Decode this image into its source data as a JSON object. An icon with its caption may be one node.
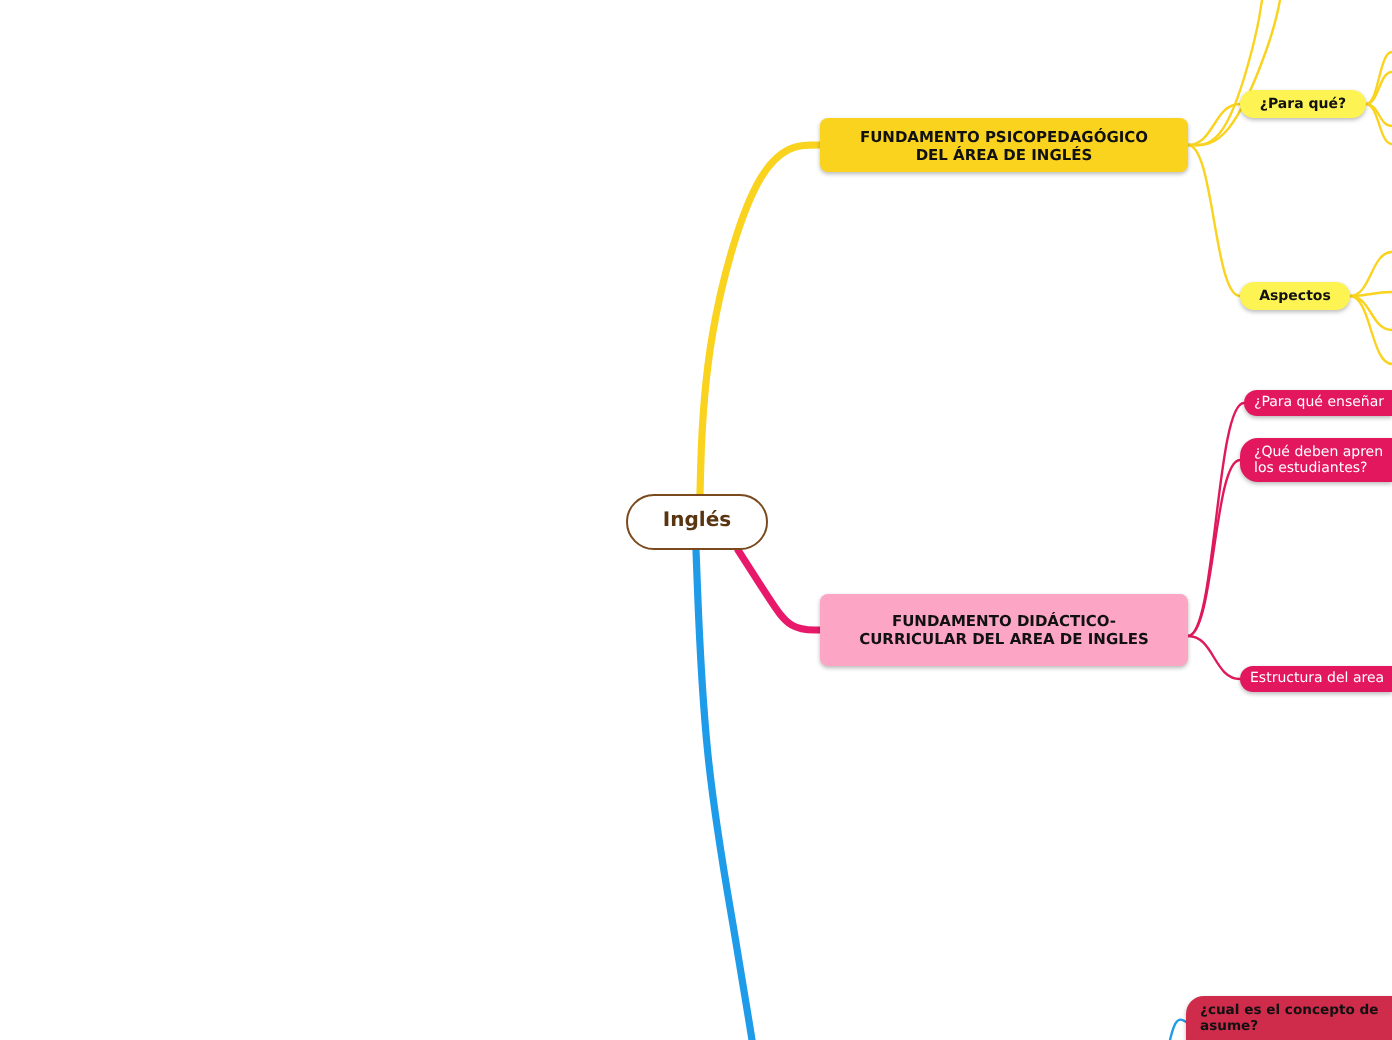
{
  "diagram": {
    "nodes": [
      {
        "text": [
          "Inglés"
        ]
      },
      {
        "text": [
          "FUNDAMENTO PSICOPEDAGÓGICO DEL ÁREA DE INGLÉS"
        ]
      },
      {
        "text": [
          "¿Para qué?"
        ]
      },
      {
        "text": [
          "Aspectos"
        ]
      },
      {
        "text": [
          "FUNDAMENTO DIDÁCTICO-CURRICULAR DEL AREA DE INGLES"
        ]
      },
      {
        "text": [
          "¿Para qué enseñar"
        ]
      },
      {
        "text": [
          "¿Qué deben apren los estudiantes?"
        ]
      },
      {
        "text": [
          "Estructura del area"
        ]
      },
      {
        "text": [
          "¿cual es el concepto de asume?"
        ]
      }
    ],
    "edges": [
      {
        "from": 0,
        "to": 1,
        "arrow": "none",
        "style": "thick"
      },
      {
        "from": 0,
        "to": 4,
        "arrow": "none",
        "style": "thick",
        "color": "#e8196a"
      },
      {
        "from": 0,
        "to": null,
        "arrow": "none",
        "style": "thick",
        "color": "#1e9be9"
      },
      {
        "from": 1,
        "to": 2,
        "arrow": "none"
      },
      {
        "from": 1,
        "to": 3,
        "arrow": "none"
      },
      {
        "from": 1,
        "to": null,
        "arrow": "none"
      },
      {
        "from": 1,
        "to": null,
        "arrow": "none"
      },
      {
        "from": 2,
        "to": null,
        "arrow": "none"
      },
      {
        "from": 2,
        "to": null,
        "arrow": "none"
      },
      {
        "from": 2,
        "to": null,
        "arrow": "none"
      },
      {
        "from": 2,
        "to": null,
        "arrow": "none"
      },
      {
        "from": 3,
        "to": null,
        "arrow": "none"
      },
      {
        "from": 3,
        "to": null,
        "arrow": "none"
      },
      {
        "from": 3,
        "to": null,
        "arrow": "none"
      },
      {
        "from": 3,
        "to": null,
        "arrow": "none"
      },
      {
        "from": 4,
        "to": 5,
        "arrow": "none",
        "color": "#e0195a"
      },
      {
        "from": 4,
        "to": 6,
        "arrow": "none",
        "color": "#e0195a"
      },
      {
        "from": 4,
        "to": 7,
        "arrow": "none",
        "color": "#e0195a"
      },
      {
        "from": null,
        "to": 8,
        "arrow": "none",
        "color": "#1e9be9"
      }
    ]
  }
}
